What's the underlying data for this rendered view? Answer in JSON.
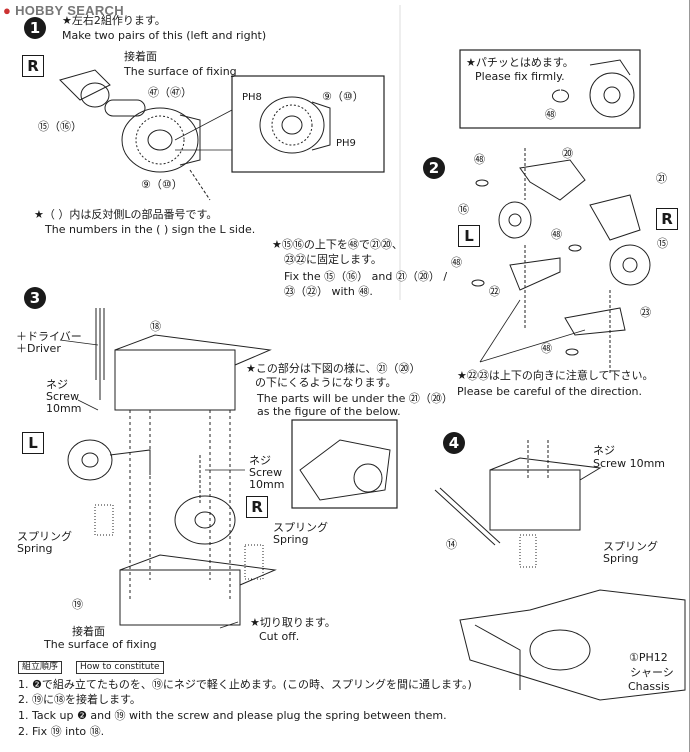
{
  "watermark": {
    "icon": "hobby-logo-icon",
    "text_a": "HOBBY",
    "text_b": "SEARCH"
  },
  "step1": {
    "number": "1",
    "jp": "★左右2組作ります。",
    "en": "Make two pairs of this (left and right)",
    "side_label": "R",
    "glue_jp": "接着面",
    "glue_en": "The surface of fixing",
    "part_67": "㊼（㊼）",
    "part_15": "⑮（⑯）",
    "part_9": "⑨（⑩）",
    "zoom_ph8": "PH8",
    "zoom_part9": "⑨（⑩）",
    "zoom_ph9": "PH9"
  },
  "note_opposite": {
    "jp": "★（ ）内は反対側Lの部品番号です。",
    "en": "The numbers in the ( ) sign the L side."
  },
  "step2": {
    "number": "2",
    "snap_jp": "★パチッとはめます。",
    "snap_en": "Please fix firmly.",
    "fix_jp_1": "★⑮⑯の上下を㊽で㉑⑳、",
    "fix_jp_2": "㉓㉒に固定します。",
    "fix_en_1": "Fix the ⑮（⑯） and ㉑（⑳） /",
    "fix_en_2": "㉓（㉒） with ㊽.",
    "labels": [
      "⑳",
      "㊽",
      "㉑",
      "⑯",
      "R",
      "L",
      "㊽",
      "⑮",
      "㊽",
      "㉒",
      "㉓",
      "㊽",
      "㊽"
    ],
    "dir_jp": "★㉒㉓は上下の向きに注意して下さい。",
    "dir_en": "Please be careful of the direction."
  },
  "step3": {
    "number": "3",
    "driver_jp": "＋ドライバー",
    "driver_en": "＋Driver",
    "screw_jp": "ネジ",
    "screw_en": "Screw",
    "screw_size": "10mm",
    "part_18": "⑱",
    "under_jp_1": "★この部分は下図の様に、㉑（⑳）",
    "under_jp_2": "の下にくるようになります。",
    "under_en_1": "The parts will be under the ㉑（⑳）",
    "under_en_2": "as the figure of the below.",
    "side_L": "L",
    "side_R": "R",
    "screw2_jp": "ネジ",
    "screw2_en": "Screw",
    "screw2_size": "10mm",
    "spring_jp": "スプリング",
    "spring_en": "Spring",
    "spring2_jp": "スプリング",
    "spring2_en": "Spring",
    "part_19": "⑲",
    "glue_jp": "接着面",
    "glue_en": "The surface of fixing",
    "cut_jp": "★切り取ります。",
    "cut_en": "Cut off."
  },
  "step4": {
    "number": "4",
    "screw_jp": "ネジ",
    "screw_en": "Screw 10mm",
    "spring_jp": "スプリング",
    "spring_en": "Spring",
    "part_14": "⑭",
    "chassis_part": "①PH12",
    "chassis_jp": "シャーシ",
    "chassis_en": "Chassis"
  },
  "instructions": {
    "tag_jp": "組立順序",
    "tag_en": "How to constitute",
    "line1": "1. ❷で組み立てたものを、⑲にネジで軽く止めます。(この時、スプリングを間に通します。)",
    "line2": "2. ⑲に⑱を接着します。",
    "line3": "1. Tack up ❷ and ⑲ with the screw and please plug the spring between them.",
    "line4": "2. Fix ⑲ into ⑱."
  }
}
